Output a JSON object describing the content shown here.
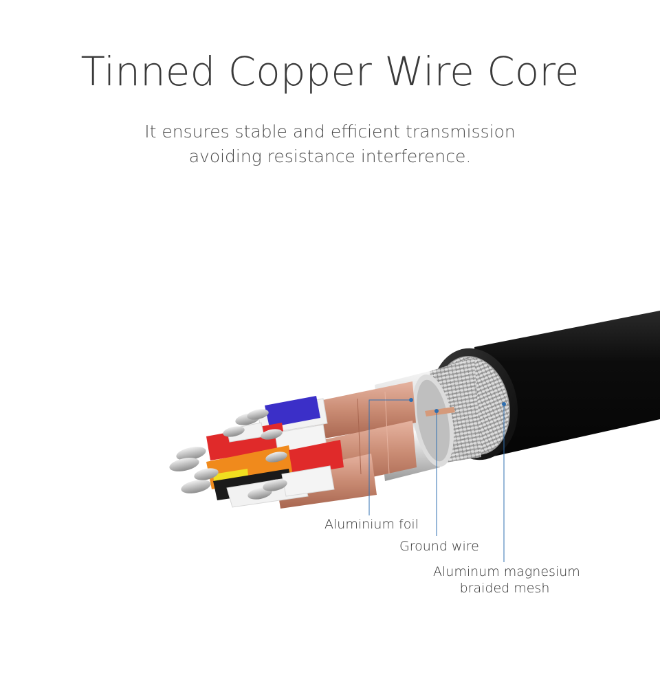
{
  "header": {
    "title": "Tinned Copper Wire Core",
    "subtitle_line1": "It ensures stable and efficient transmission",
    "subtitle_line2": "avoiding resistance interference."
  },
  "callouts": {
    "aluminium_foil": "Aluminium foil",
    "ground_wire": "Ground wire",
    "mesh_line1": "Aluminum magnesium",
    "mesh_line2": "braided mesh"
  },
  "colors": {
    "jacket": "#111111",
    "copper": "#c98b73",
    "leader_line": "#2f6fb0",
    "wire_blue": "#3b2fc8",
    "wire_red": "#e02a2a",
    "wire_orange": "#f08a1c",
    "wire_white": "#f2f2f2"
  }
}
